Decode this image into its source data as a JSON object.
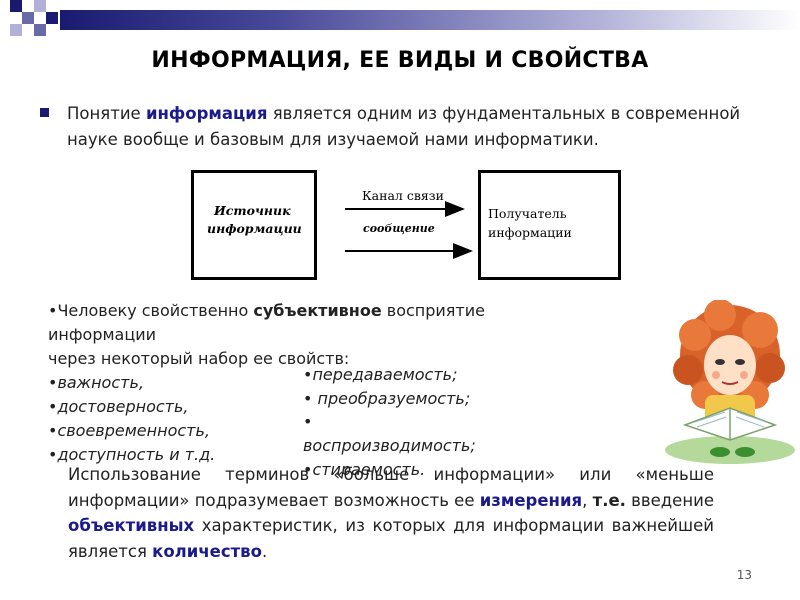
{
  "slide": {
    "title": "ИНФОРМАЦИЯ, ЕЕ ВИДЫ И СВОЙСТВА",
    "page_number": "13"
  },
  "intro": {
    "part1": "Понятие ",
    "highlight": "информация",
    "part2": " является одним из фундаментальных в современной науке вообще и базовым для изучаемой нами информатики."
  },
  "diagram": {
    "source_line1": "Источник",
    "source_line2": "информации",
    "channel_label": "Канал связи",
    "message_label": "сообщение",
    "receiver_line1": "Получатель",
    "receiver_line2": "информации"
  },
  "properties": {
    "intro_line1_a": "•Человеку свойственно ",
    "intro_line1_bold": "субъективное",
    "intro_line1_b": " восприятие",
    "intro_line2": "информации",
    "intro_line3": "через некоторый набор ее свойств:",
    "left_items": [
      "•важность,",
      "•достоверность,",
      "•своевременность,",
      "•доступность и т.д."
    ],
    "right_items": [
      "•передаваемость;",
      "• преобразуемость;",
      "•",
      "воспроизводимость;",
      "•стираемость."
    ]
  },
  "conclusion": {
    "t1": "Использование терминов «больше информации» или «меньше информации» подразумевает возможность ее ",
    "b1": "измерения",
    "t2": ", ",
    "b2": "т.е.",
    "t3": " введение ",
    "b3": "объективных",
    "t4": " характеристик, из которых для информации важнейшей является ",
    "b4": "количество",
    "t5": "."
  },
  "colors": {
    "accent": "#1a1a8a",
    "bar_dark": "#1a1a70"
  },
  "icons": [
    "girl-reading-illustration"
  ]
}
